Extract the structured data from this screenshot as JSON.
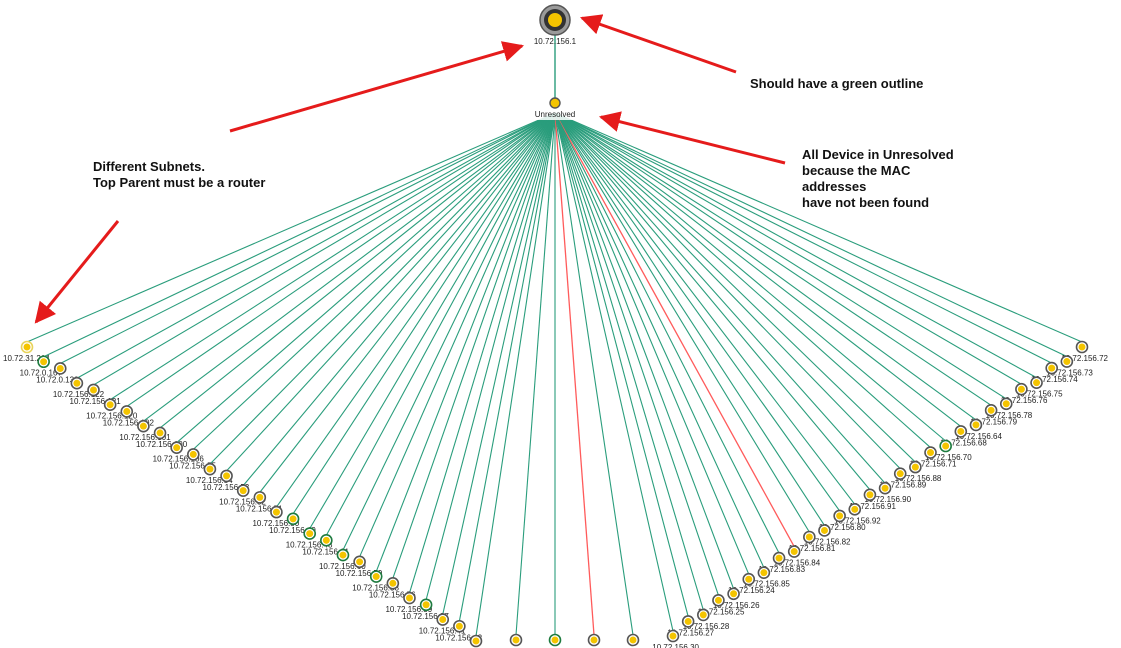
{
  "root": {
    "label": "10.72.156.1"
  },
  "hub": {
    "label": "Unresolved"
  },
  "annotations": {
    "green_outline": "Should have a green outline",
    "subnets": "Different Subnets.\nTop Parent must be a router",
    "unresolved": "All Device in Unresolved\nbecause the MAC\naddresses\nhave not been found"
  },
  "colors": {
    "edge": "#2a9d7c",
    "edge_alert": "#ff5b5b",
    "node_fill": "#f4c400",
    "node_ring": "#444444",
    "arrow": "#e51b1b"
  },
  "left_nodes": [
    {
      "label": "10.72.31.214",
      "ring": "yellow"
    },
    {
      "label": "10.72.0.167",
      "ring": "green"
    },
    {
      "label": "10.72.0.133",
      "ring": "gray"
    },
    {
      "label": "10.72.156.122",
      "ring": "gray"
    },
    {
      "label": "10.72.156.121",
      "ring": "gray"
    },
    {
      "label": "10.72.156.120",
      "ring": "gray"
    },
    {
      "label": "10.72.156.102",
      "ring": "gray"
    },
    {
      "label": "10.72.156.101",
      "ring": "gray"
    },
    {
      "label": "10.72.156.100",
      "ring": "gray"
    },
    {
      "label": "10.72.156.106",
      "ring": "gray"
    },
    {
      "label": "10.72.156.55",
      "ring": "gray"
    },
    {
      "label": "10.72.156.54",
      "ring": "gray"
    },
    {
      "label": "10.72.156.53",
      "ring": "gray"
    },
    {
      "label": "10.72.156.52",
      "ring": "gray"
    },
    {
      "label": "10.72.156.51",
      "ring": "gray"
    },
    {
      "label": "10.72.156.50",
      "ring": "gray"
    },
    {
      "label": "10.72.156.49",
      "ring": "green"
    },
    {
      "label": "10.72.156.48",
      "ring": "green"
    },
    {
      "label": "10.72.156.61",
      "ring": "green"
    },
    {
      "label": "10.72.156.60",
      "ring": "green"
    },
    {
      "label": "10.72.156.59",
      "ring": "gray"
    },
    {
      "label": "10.72.156.58",
      "ring": "green"
    },
    {
      "label": "10.72.156.56",
      "ring": "gray"
    },
    {
      "label": "10.72.156.39",
      "ring": "gray"
    },
    {
      "label": "10.72.156.37",
      "ring": "green"
    },
    {
      "label": "10.72.156.41",
      "ring": "gray"
    },
    {
      "label": "10.72.156.42",
      "ring": "gray"
    },
    {
      "label": "10.72.156.40",
      "ring": "gray"
    }
  ],
  "bottom_nodes": [
    {
      "label": "",
      "ring": "gray"
    },
    {
      "label": "",
      "ring": "green"
    },
    {
      "label": "",
      "ring": "gray",
      "alert": true
    },
    {
      "label": "",
      "ring": "gray"
    }
  ],
  "right_nodes": [
    {
      "label": "10.72.156.72",
      "ring": "gray"
    },
    {
      "label": "10.72.156.73",
      "ring": "gray"
    },
    {
      "label": "10.72.156.74",
      "ring": "gray"
    },
    {
      "label": "10.72.156.75",
      "ring": "gray"
    },
    {
      "label": "10.72.156.76",
      "ring": "gray"
    },
    {
      "label": "10.72.156.78",
      "ring": "gray"
    },
    {
      "label": "10.72.156.79",
      "ring": "gray"
    },
    {
      "label": "10.72.156.64",
      "ring": "gray"
    },
    {
      "label": "10.72.156.68",
      "ring": "gray"
    },
    {
      "label": "10.72.156.70",
      "ring": "green"
    },
    {
      "label": "10.72.156.71",
      "ring": "gray"
    },
    {
      "label": "10.72.156.88",
      "ring": "gray"
    },
    {
      "label": "10.72.156.89",
      "ring": "gray"
    },
    {
      "label": "10.72.156.90",
      "ring": "gray"
    },
    {
      "label": "10.72.156.91",
      "ring": "gray"
    },
    {
      "label": "10.72.156.92",
      "ring": "gray"
    },
    {
      "label": "10.72.156.80",
      "ring": "gray"
    },
    {
      "label": "10.72.156.82",
      "ring": "gray"
    },
    {
      "label": "10.72.156.81",
      "ring": "gray"
    },
    {
      "label": "10.72.156.84",
      "ring": "gray",
      "alert": true
    },
    {
      "label": "10.72.156.83",
      "ring": "gray"
    },
    {
      "label": "10.72.156.85",
      "ring": "gray"
    },
    {
      "label": "10.72.156.24",
      "ring": "gray"
    },
    {
      "label": "10.72.156.26",
      "ring": "gray"
    },
    {
      "label": "10.72.156.25",
      "ring": "gray"
    },
    {
      "label": "10.72.156.28",
      "ring": "gray"
    },
    {
      "label": "10.72.156.27",
      "ring": "gray"
    },
    {
      "label": "10.72.156.30",
      "ring": "gray"
    }
  ]
}
